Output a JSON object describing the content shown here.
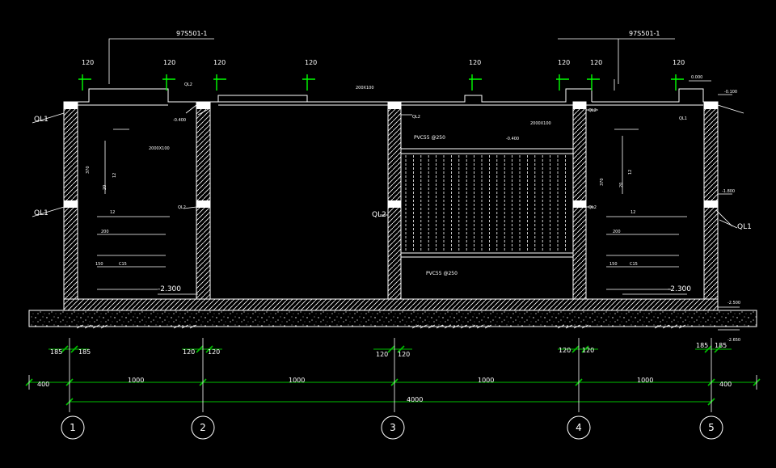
{
  "colors": {
    "background": "#000000",
    "linework": "#ffffff",
    "dimension_line": "#00c000",
    "pipe_mark": "#00ff00",
    "text": "#ffffff"
  },
  "drawing_type": "structural cross-section elevation (CAD)",
  "standard_refs": [
    {
      "id": "ref-left",
      "prefix": "",
      "code": "97S501-1"
    },
    {
      "id": "ref-right",
      "prefix": "",
      "code": "97S501-1"
    }
  ],
  "top_dims": [
    "120",
    "120",
    "120",
    "120",
    "120",
    "120",
    "120",
    "120"
  ],
  "slab_label": "200X100",
  "beam_labels": {
    "left_top": "QL1",
    "left_mid": "QL1",
    "right_top": "QL1",
    "right_mid": "QL1",
    "inner": [
      "QL2",
      "QL2",
      "QL2",
      "QL2",
      "QL2",
      "QL2"
    ]
  },
  "levels": {
    "top_right": "-0.100",
    "top_right_small": "0.000",
    "inner_left": "-0.400",
    "inner_right": "-0.400",
    "right_mid": "-1.800",
    "floor_left": "-2.300",
    "floor_right": "-2.300",
    "base_top_right": "-2.500",
    "base_bottom_right": "-2.650"
  },
  "opening_labels": {
    "small_left": "2000X100",
    "small_right": "2000X100"
  },
  "grille": {
    "top_label": "PVC55 @250",
    "bottom_label": "PVC55 @250"
  },
  "layer_notes": {
    "left": [
      "370",
      "12",
      "20",
      "12",
      "200",
      "150",
      "C15"
    ],
    "right": [
      "370",
      "12",
      "20",
      "12",
      "200",
      "150",
      "C15"
    ],
    "note_text": [
      "",
      "",
      "",
      "",
      ""
    ]
  },
  "pair_dims": [
    {
      "id": "g1",
      "left": "185",
      "right": "185"
    },
    {
      "id": "g2",
      "left": "120",
      "right": "120"
    },
    {
      "id": "g3",
      "left": "120",
      "right": "120"
    },
    {
      "id": "g4",
      "left": "120",
      "right": "120"
    },
    {
      "id": "g5",
      "left": "185",
      "right": "185"
    }
  ],
  "span_dims": [
    "400",
    "1000",
    "1000",
    "1000",
    "1000",
    "400"
  ],
  "total_dim": "4000",
  "grid_axes": [
    "1",
    "2",
    "3",
    "4",
    "5"
  ]
}
